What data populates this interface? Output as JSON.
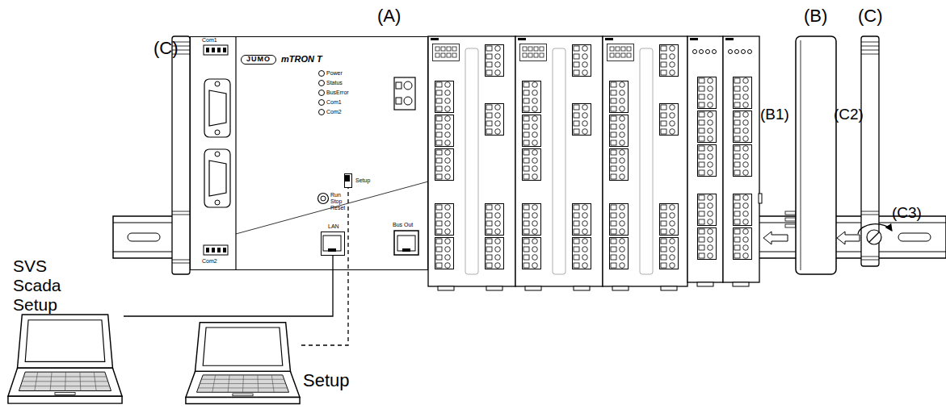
{
  "diagram": {
    "nodes": [
      {
        "text": [
          "JUMO",
          "mTRON T"
        ]
      },
      {
        "text": [
          "LAN"
        ],
        "in": 0
      },
      {
        "text": [
          "Setup"
        ],
        "in": 0
      },
      {
        "text": [
          "SVS Scada Setup"
        ]
      },
      {
        "text": [
          "Setup"
        ]
      }
    ],
    "edges": [
      {
        "from": 3,
        "to": 1,
        "arrow": "none"
      },
      {
        "from": 4,
        "to": 2,
        "arrow": "none"
      }
    ],
    "labels": [
      "(A)",
      "(B)",
      "(C)",
      "(C)",
      "(B1)",
      "(C2)",
      "(C3)",
      "Com1",
      "Com2",
      "Power",
      "Status",
      "BusError",
      "Com1",
      "Com2",
      "Run Stop Reset",
      "Bus Out"
    ]
  }
}
